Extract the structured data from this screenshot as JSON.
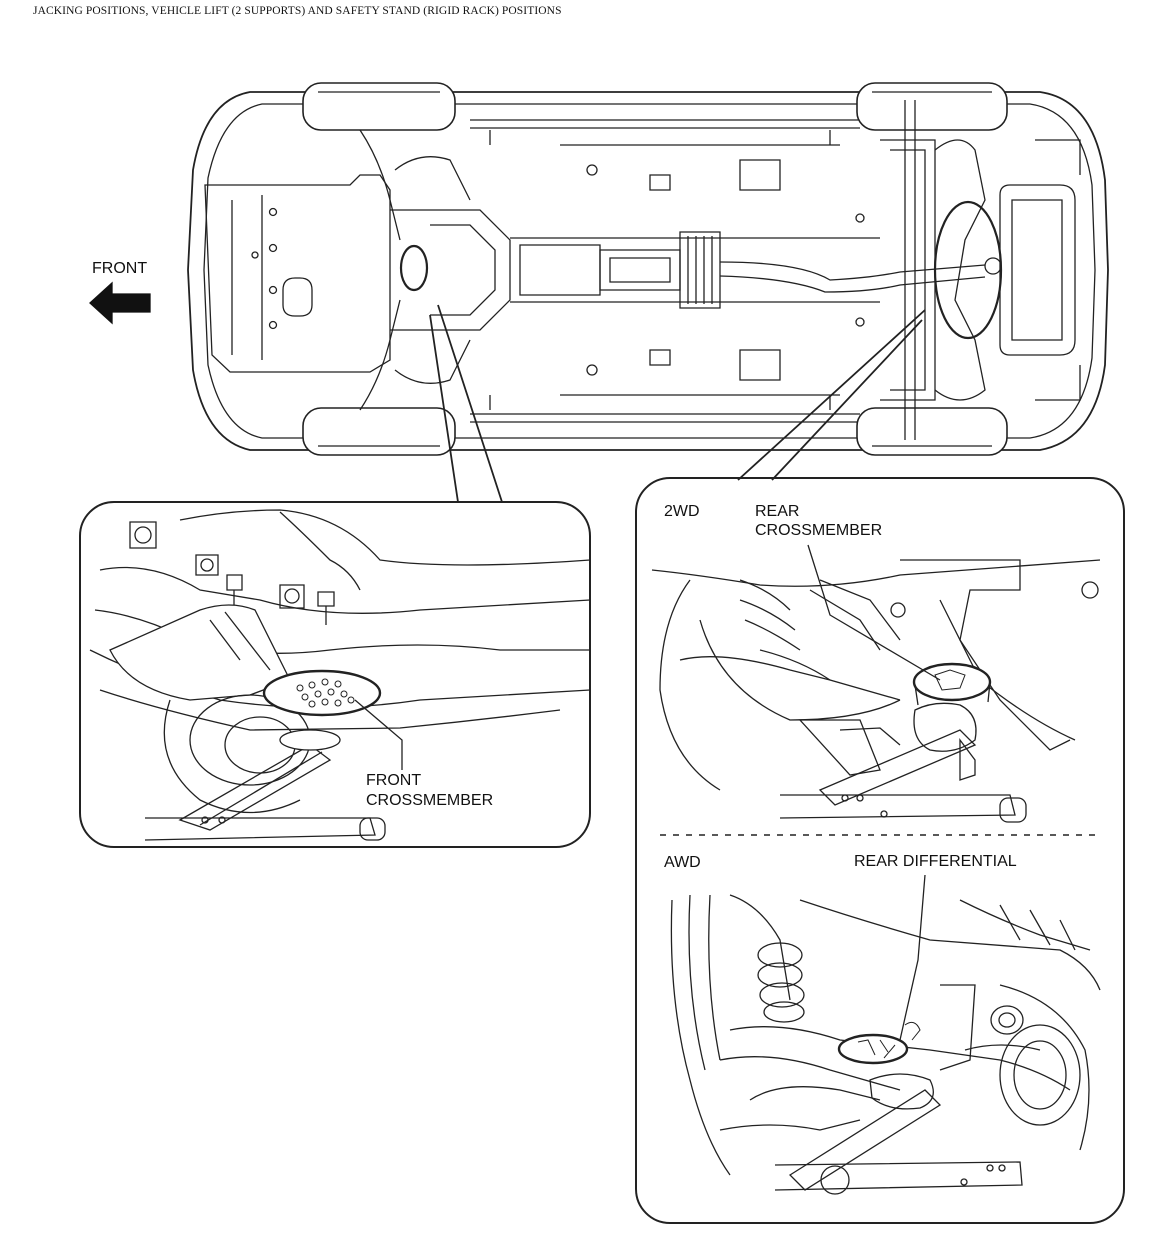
{
  "header": {
    "title": "JACKING POSITIONS, VEHICLE LIFT (2 SUPPORTS) AND SAFETY STAND (RIGID RACK) POSITIONS"
  },
  "overview": {
    "front_label": "FRONT"
  },
  "front_detail": {
    "line1": "FRONT",
    "line2": "CROSSMEMBER"
  },
  "rear_detail": {
    "section_2wd": "2WD",
    "crossmember_line1": "REAR",
    "crossmember_line2": "CROSSMEMBER",
    "section_awd": "AWD",
    "differential_label": "REAR DIFFERENTIAL"
  }
}
